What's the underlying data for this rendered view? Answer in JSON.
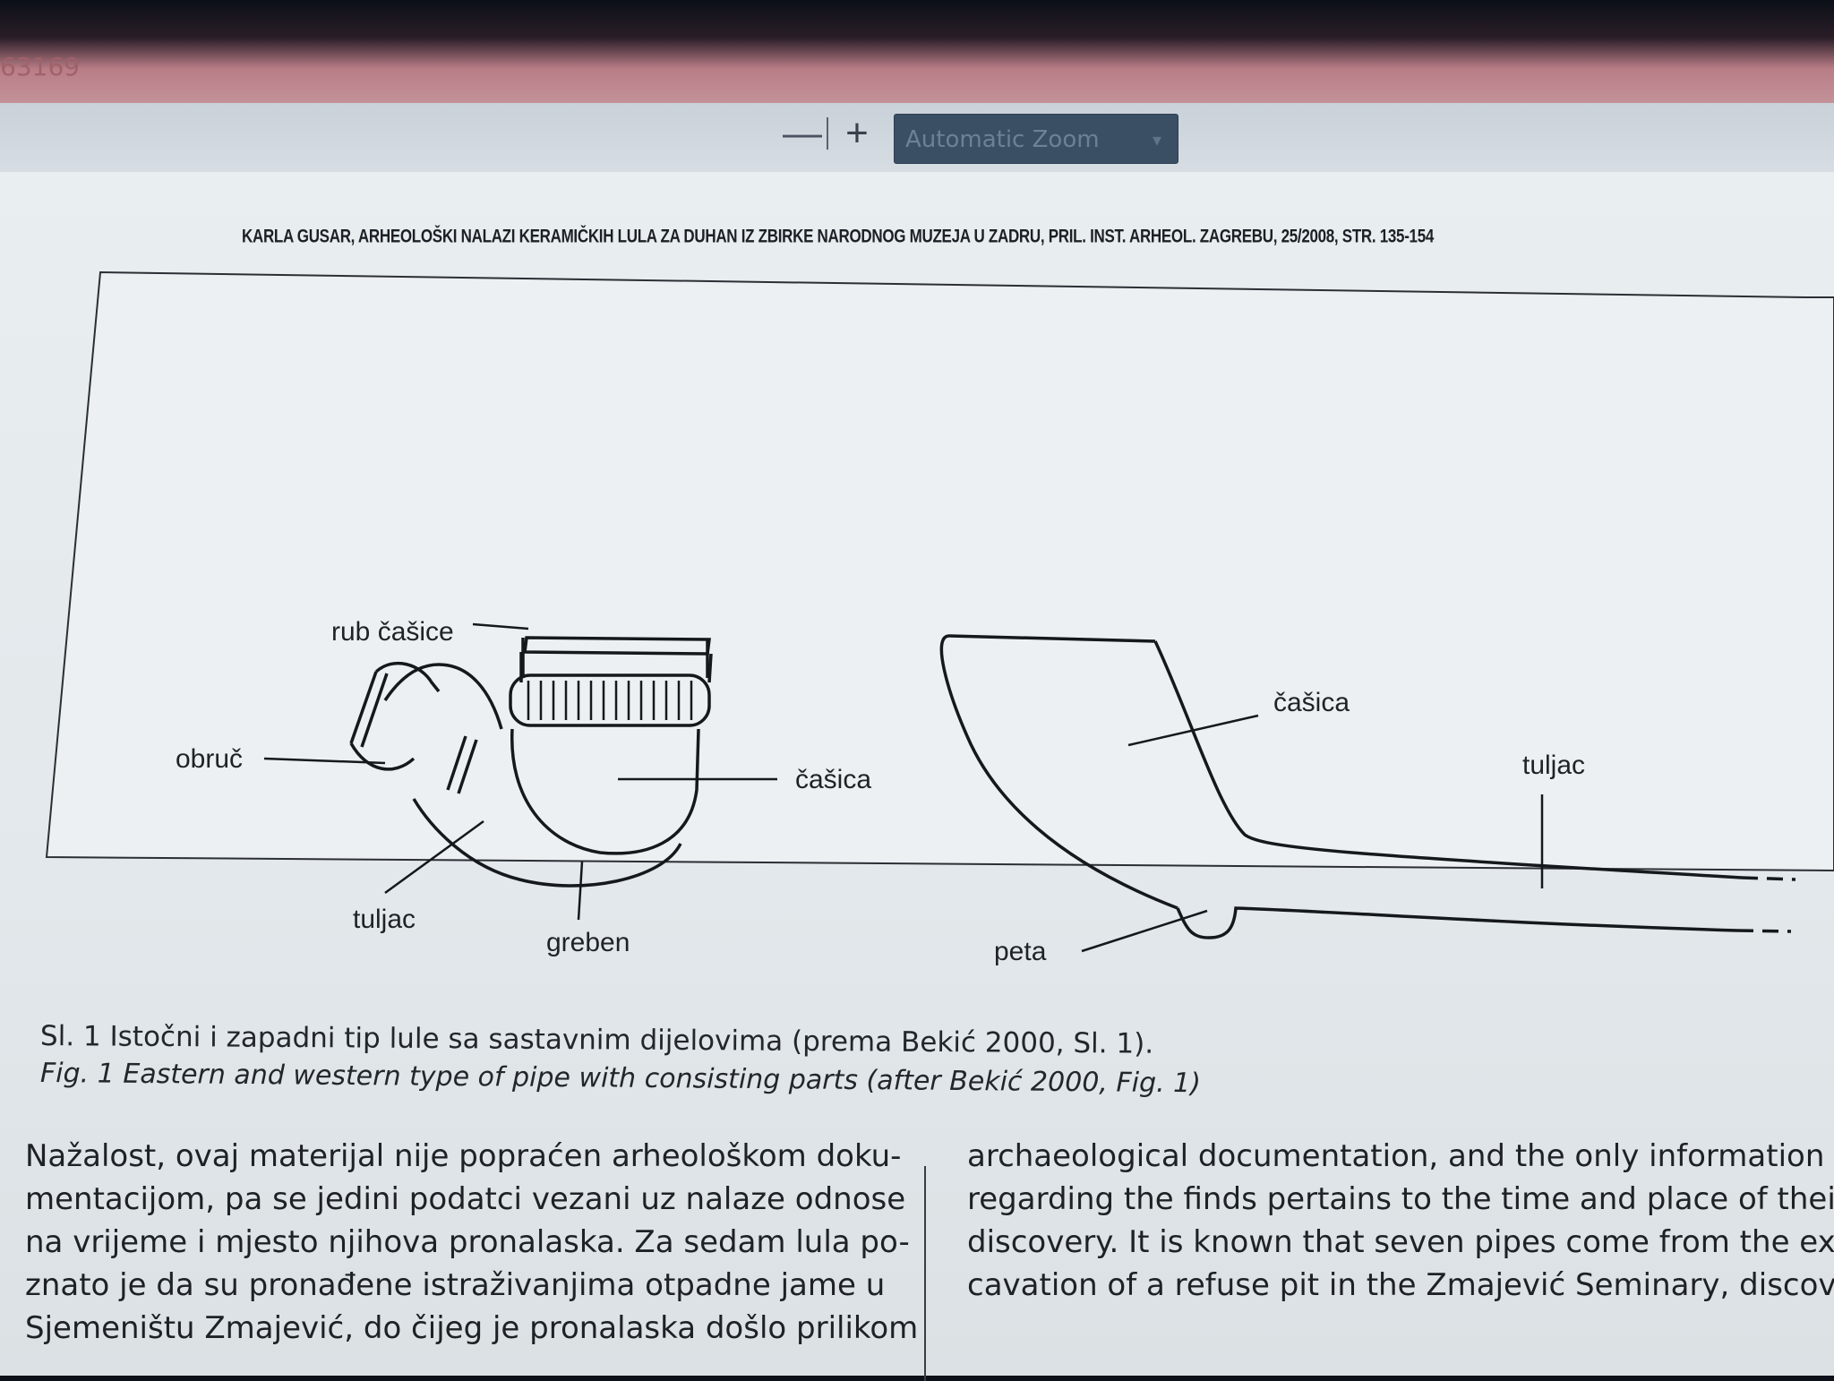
{
  "tab": {
    "title": "63169"
  },
  "toolbar": {
    "zoom_out": "—",
    "zoom_in": "+",
    "zoom_select": "Automatic Zoom"
  },
  "document": {
    "running_head": "KARLA GUSAR, ARHEOLOŠKI NALAZI KERAMIČKIH LULA ZA DUHAN IZ ZBIRKE NARODNOG MUZEJA U ZADRU, PRIL. INST. ARHEOL. ZAGREBU, 25/2008, STR. 135-154",
    "figure_labels_left": {
      "rim": "rub čašice",
      "ring": "obruč",
      "bowl": "čašica",
      "shank": "tuljac",
      "ridge": "greben"
    },
    "figure_labels_right": {
      "bowl": "čašica",
      "shank": "tuljac",
      "heel": "peta"
    },
    "caption_hr": "Sl. 1  Istočni i zapadni tip lule sa sastavnim dijelovima (prema Bekić 2000, Sl. 1).",
    "caption_en": "Fig. 1  Eastern and western type of pipe with consisting parts (after Bekić 2000, Fig. 1)",
    "left_column": [
      "Nažalost, ovaj materijal nije popraćen arheološkom doku-",
      "mentacijom, pa se jedini podatci vezani uz nalaze odnose",
      "na vrijeme i mjesto njihova pronalaska. Za sedam lula po-",
      "znato je da su pronađene istraživanjima otpadne jame u",
      "Sjemeništu Zmajević, do čijeg je pronalaska došlo prilikom"
    ],
    "right_column": [
      "archaeological documentation, and the only information",
      "regarding the finds pertains to the time and place of their",
      "discovery. It is known that seven pipes come from the ex-",
      "cavation of a refuse pit in the Zmajević Seminary, discov"
    ]
  }
}
